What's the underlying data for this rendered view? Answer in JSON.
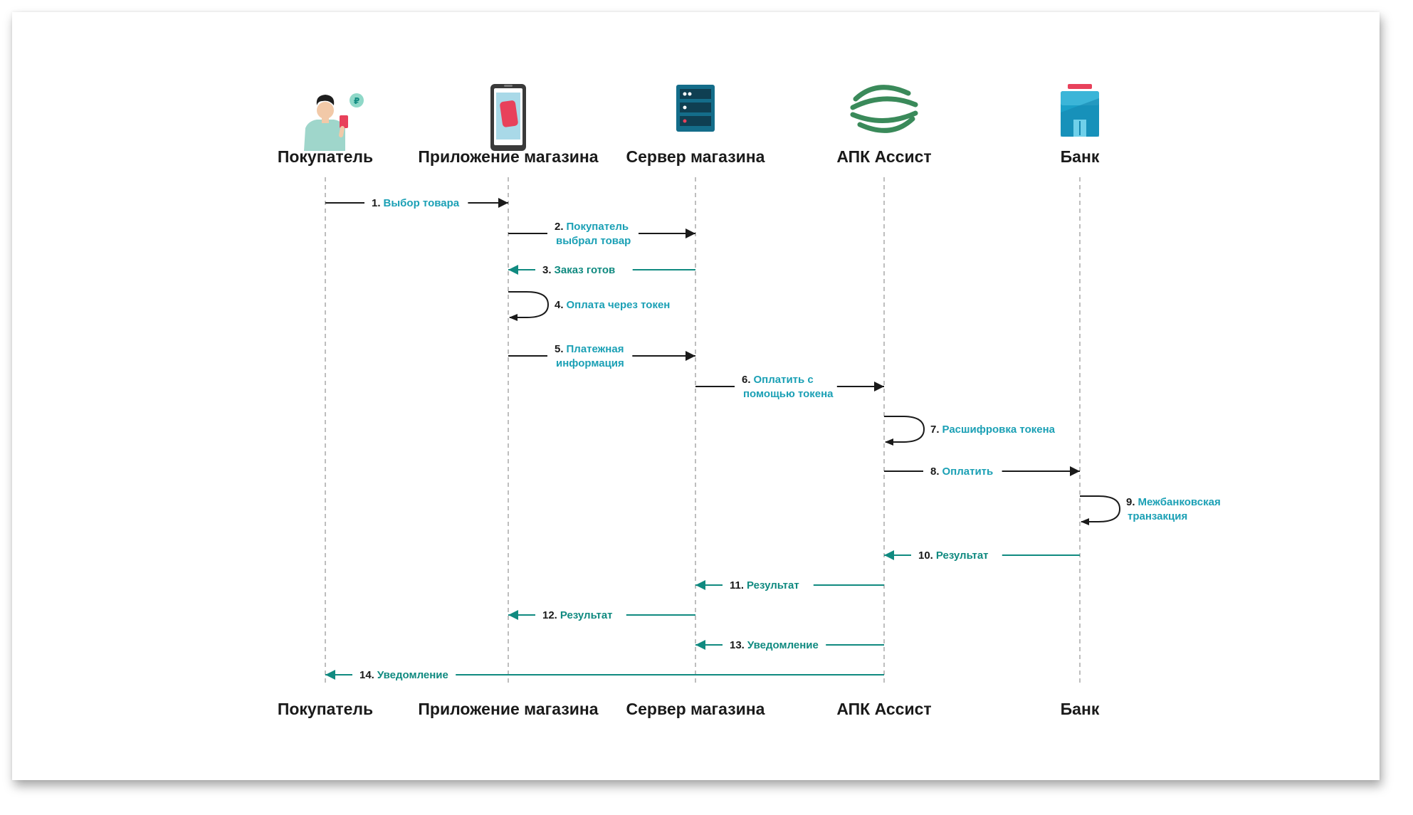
{
  "colors": {
    "accent": "#1ba0b5",
    "return": "#108a80",
    "lifeline": "#a8a8a8",
    "forward": "#1a1a1a"
  },
  "actors": [
    {
      "id": "buyer",
      "label": "Покупатель",
      "icon": "buyer-person-icon"
    },
    {
      "id": "app",
      "label": "Приложение магазина",
      "icon": "mobile-app-icon"
    },
    {
      "id": "server",
      "label": "Сервер магазина",
      "icon": "server-icon"
    },
    {
      "id": "apk",
      "label": "АПК Ассист",
      "icon": "assist-logo-icon"
    },
    {
      "id": "bank",
      "label": "Банк",
      "icon": "bank-building-icon"
    }
  ],
  "messages": [
    {
      "num": "1.",
      "text": [
        "Выбор товара"
      ],
      "from": "buyer",
      "to": "app",
      "kind": "forward"
    },
    {
      "num": "2.",
      "text": [
        "Покупатель",
        "выбрал товар"
      ],
      "from": "app",
      "to": "server",
      "kind": "forward"
    },
    {
      "num": "3.",
      "text": [
        "Заказ готов"
      ],
      "from": "server",
      "to": "app",
      "kind": "return"
    },
    {
      "num": "4.",
      "text": [
        "Оплата через токен"
      ],
      "from": "app",
      "to": "app",
      "kind": "self"
    },
    {
      "num": "5.",
      "text": [
        "Платежная",
        "информация"
      ],
      "from": "app",
      "to": "server",
      "kind": "forward"
    },
    {
      "num": "6.",
      "text": [
        "Оплатить с",
        "помощью токена"
      ],
      "from": "server",
      "to": "apk",
      "kind": "forward"
    },
    {
      "num": "7.",
      "text": [
        "Расшифровка токена"
      ],
      "from": "apk",
      "to": "apk",
      "kind": "self"
    },
    {
      "num": "8.",
      "text": [
        "Оплатить"
      ],
      "from": "apk",
      "to": "bank",
      "kind": "forward"
    },
    {
      "num": "9.",
      "text": [
        "Межбанковская",
        "транзакция"
      ],
      "from": "bank",
      "to": "bank",
      "kind": "self"
    },
    {
      "num": "10.",
      "text": [
        "Результат"
      ],
      "from": "bank",
      "to": "apk",
      "kind": "return"
    },
    {
      "num": "11.",
      "text": [
        "Результат"
      ],
      "from": "apk",
      "to": "server",
      "kind": "return"
    },
    {
      "num": "12.",
      "text": [
        "Результат"
      ],
      "from": "server",
      "to": "app",
      "kind": "return"
    },
    {
      "num": "13.",
      "text": [
        "Уведомление"
      ],
      "from": "apk",
      "to": "server",
      "kind": "return"
    },
    {
      "num": "14.",
      "text": [
        "Уведомление"
      ],
      "from": "apk",
      "to": "buyer",
      "kind": "return"
    }
  ]
}
